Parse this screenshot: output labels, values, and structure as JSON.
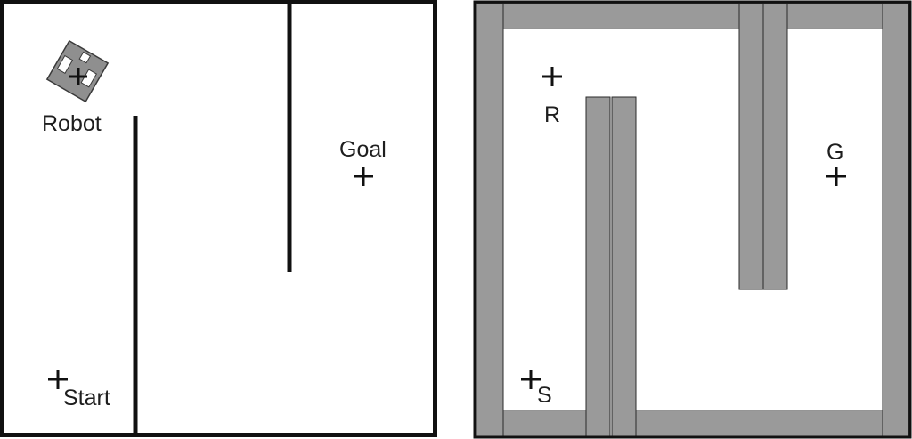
{
  "colors": {
    "wall": "#111111",
    "inflated_wall": "#9a9a9a",
    "robot_body": "#8f8f8f",
    "background": "#ffffff"
  },
  "workspace": {
    "robot_label": "Robot",
    "start_label": "Start",
    "goal_label": "Goal"
  },
  "configuration_space": {
    "robot_label": "R",
    "start_label": "S",
    "goal_label": "G"
  }
}
